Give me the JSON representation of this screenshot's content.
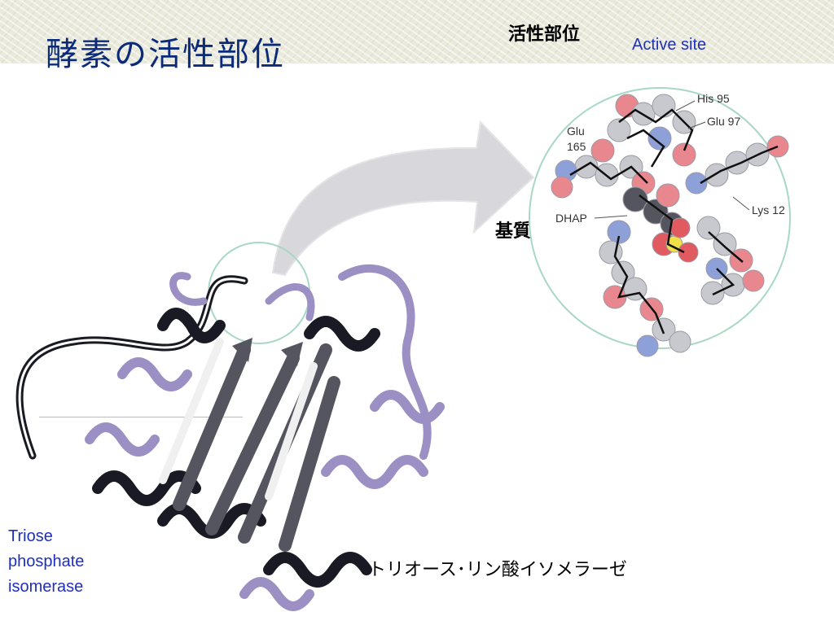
{
  "slide": {
    "title": "酵素の活性部位",
    "active_site_ja": "活性部位",
    "active_site_en": "Active site",
    "substrate_ja": "基質",
    "enzyme_en_lines": [
      "Triose",
      "phosphate",
      "isomerase"
    ],
    "enzyme_ja": "トリオース･リン酸イソメラーゼ"
  },
  "figure": {
    "residue_labels": {
      "his": "His 95",
      "glu97": "Glu 97",
      "glu165_a": "Glu",
      "glu165_b": "165",
      "dhap": "DHAP",
      "lys": "Lys 12"
    }
  },
  "colors": {
    "title": "#0b2a7a",
    "english_labels": "#1f2fbf",
    "ribbon": "#9b8fc4",
    "helix_dark": "#1a1a24",
    "atom_grey": "#c8c9cf",
    "atom_red": "#e8888e",
    "atom_blue": "#8ea0d8",
    "atom_yellow": "#f2e04a",
    "circle_outline": "#a8d8c4"
  }
}
